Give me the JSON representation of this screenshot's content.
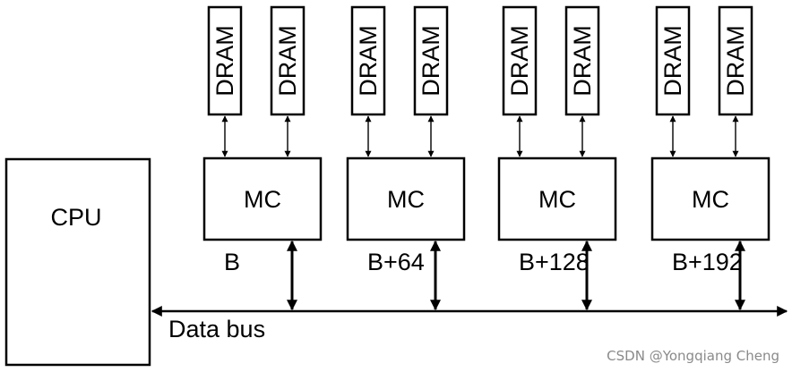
{
  "diagram": {
    "cpu_label": "CPU",
    "bus_label": "Data bus",
    "controllers": [
      {
        "label": "MC",
        "address": "B",
        "drams": [
          "DRAM",
          "DRAM"
        ]
      },
      {
        "label": "MC",
        "address": "B+64",
        "drams": [
          "DRAM",
          "DRAM"
        ]
      },
      {
        "label": "MC",
        "address": "B+128",
        "drams": [
          "DRAM",
          "DRAM"
        ]
      },
      {
        "label": "MC",
        "address": "B+192",
        "drams": [
          "DRAM",
          "DRAM"
        ]
      }
    ]
  },
  "watermark": "CSDN @Yongqiang Cheng"
}
